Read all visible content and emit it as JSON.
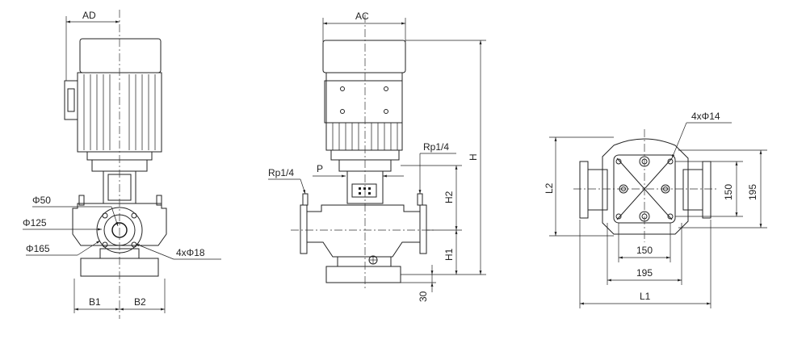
{
  "front_view": {
    "AD": "AD",
    "phi50": "Φ50",
    "phi125": "Φ125",
    "phi165": "Φ165",
    "holes": "4xΦ18",
    "B1": "B1",
    "B2": "B2"
  },
  "side_view": {
    "AC": "AC",
    "rp_left": "Rp1/4",
    "rp_right": "Rp1/4",
    "P": "P",
    "H": "H",
    "H1": "H1",
    "H2": "H2",
    "base": "30"
  },
  "top_view": {
    "holes": "4xΦ14",
    "L1": "L1",
    "L2": "L2",
    "w150": "150",
    "w195": "195",
    "h150": "150",
    "h195": "195"
  }
}
